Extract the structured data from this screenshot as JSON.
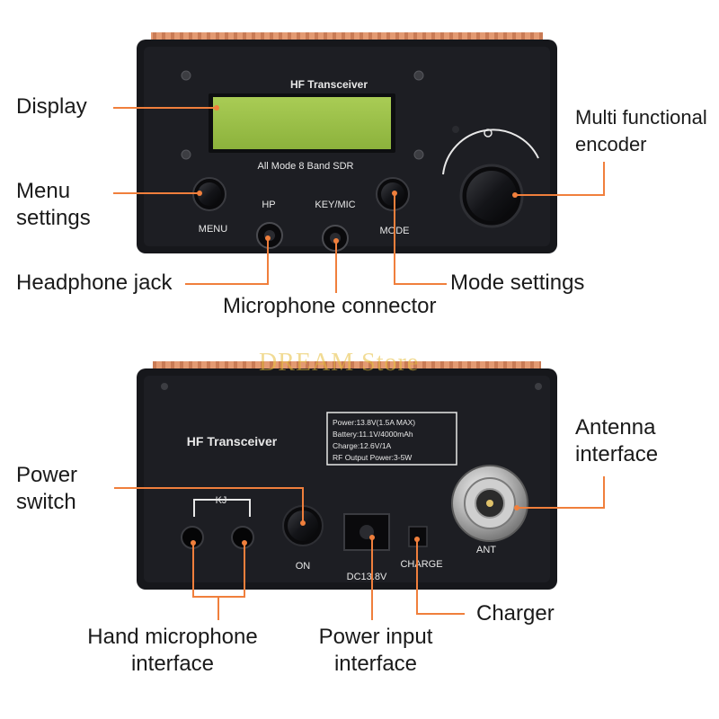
{
  "colors": {
    "chassis": "#16171b",
    "heatsink": "#e39a72",
    "callout_line": "#f07f3c",
    "lcd": "#9ec24a",
    "panel_text": "#e8e8e8",
    "label_text": "#1a1a1a"
  },
  "front_panel": {
    "title": "HF  Transceiver",
    "subtitle": "All Mode 8 Band SDR",
    "labels": {
      "menu": "MENU",
      "hp": "HP",
      "keymic": "KEY/MIC",
      "mode": "MODE"
    }
  },
  "rear_panel": {
    "title": "HF  Transceiver",
    "spec_lines": [
      "Power:13.8V(1.5A MAX)",
      "Battery:11.1V/4000mAh",
      "Charge:12.6V/1A",
      "RF Output Power:3-5W"
    ],
    "labels": {
      "kj": "KJ",
      "on": "ON",
      "dc": "DC13.8V",
      "charge": "CHARGE",
      "ant": "ANT"
    }
  },
  "callouts": {
    "display": "Display",
    "encoder": [
      "Multi functional",
      "encoder"
    ],
    "menu": [
      "Menu",
      "settings"
    ],
    "headphone": "Headphone jack",
    "microphone": "Microphone connector",
    "mode": "Mode settings",
    "power_switch": [
      "Power",
      "switch"
    ],
    "antenna": [
      "Antenna",
      "interface"
    ],
    "charger": "Charger",
    "hand_mic": [
      "Hand microphone",
      "interface"
    ],
    "power_input": [
      "Power input",
      "interface"
    ]
  },
  "watermark": "DREAM Store"
}
